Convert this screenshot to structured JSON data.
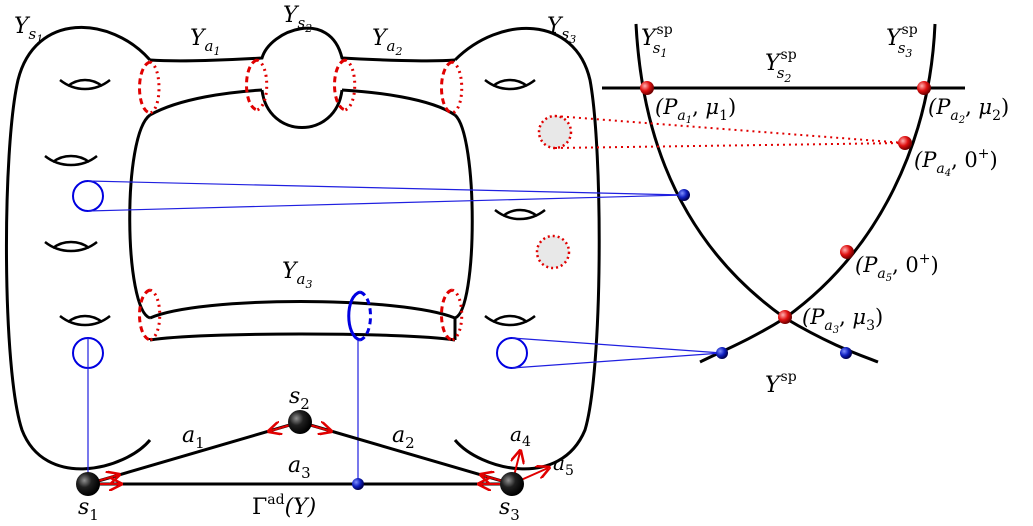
{
  "surface_labels": {
    "ys1": {
      "base": "Y",
      "sub": "s",
      "subsub": "1"
    },
    "ys2": {
      "base": "Y",
      "sub": "s",
      "subsub": "2"
    },
    "ys3": {
      "base": "Y",
      "sub": "s",
      "subsub": "3"
    },
    "ya1": {
      "base": "Y",
      "sub": "a",
      "subsub": "1"
    },
    "ya2": {
      "base": "Y",
      "sub": "a",
      "subsub": "2"
    },
    "ya3": {
      "base": "Y",
      "sub": "a",
      "subsub": "3"
    }
  },
  "special_fiber_labels": {
    "ysp_s1": {
      "base": "Y",
      "sup": "sp",
      "sub": "s",
      "subsub": "1"
    },
    "ysp_s2": {
      "base": "Y",
      "sup": "sp",
      "sub": "s",
      "subsub": "2"
    },
    "ysp_s3": {
      "base": "Y",
      "sup": "sp",
      "sub": "s",
      "subsub": "3"
    },
    "ysp": {
      "base": "Y",
      "sup": "sp"
    }
  },
  "point_labels": {
    "pa1": {
      "open": "(P",
      "sub": "a",
      "subsub": "1",
      "sep": ", ",
      "param": "μ",
      "param_sub": "1",
      "close": ")"
    },
    "pa2": {
      "open": "(P",
      "sub": "a",
      "subsub": "2",
      "sep": ", ",
      "param": "μ",
      "param_sub": "2",
      "close": ")"
    },
    "pa3": {
      "open": "(P",
      "sub": "a",
      "subsub": "3",
      "sep": ", ",
      "param": "μ",
      "param_sub": "3",
      "close": ")"
    },
    "pa4": {
      "open": "(P",
      "sub": "a",
      "subsub": "4",
      "sep": ", ",
      "value": "0",
      "value_sup": "+",
      "close": ")"
    },
    "pa5": {
      "open": "(P",
      "sub": "a",
      "subsub": "5",
      "sep": ", ",
      "value": "0",
      "value_sup": "+",
      "close": ")"
    }
  },
  "graph_labels": {
    "s1": {
      "base": "s",
      "sub": "1"
    },
    "s2": {
      "base": "s",
      "sub": "2"
    },
    "s3": {
      "base": "s",
      "sub": "3"
    },
    "a1": {
      "base": "a",
      "sub": "1"
    },
    "a2": {
      "base": "a",
      "sub": "2"
    },
    "a3": {
      "base": "a",
      "sub": "3"
    },
    "a4": {
      "base": "a",
      "sub": "4"
    },
    "a5": {
      "base": "a",
      "sub": "5"
    },
    "gamma": {
      "base": "Γ",
      "sup": "ad",
      "arg": "(Y)"
    }
  },
  "colors": {
    "stroke": "#000000",
    "red": "#e00000",
    "blue": "#0000e0",
    "link_blue": "#2020e0",
    "disc_fill": "#e8e8e8"
  }
}
